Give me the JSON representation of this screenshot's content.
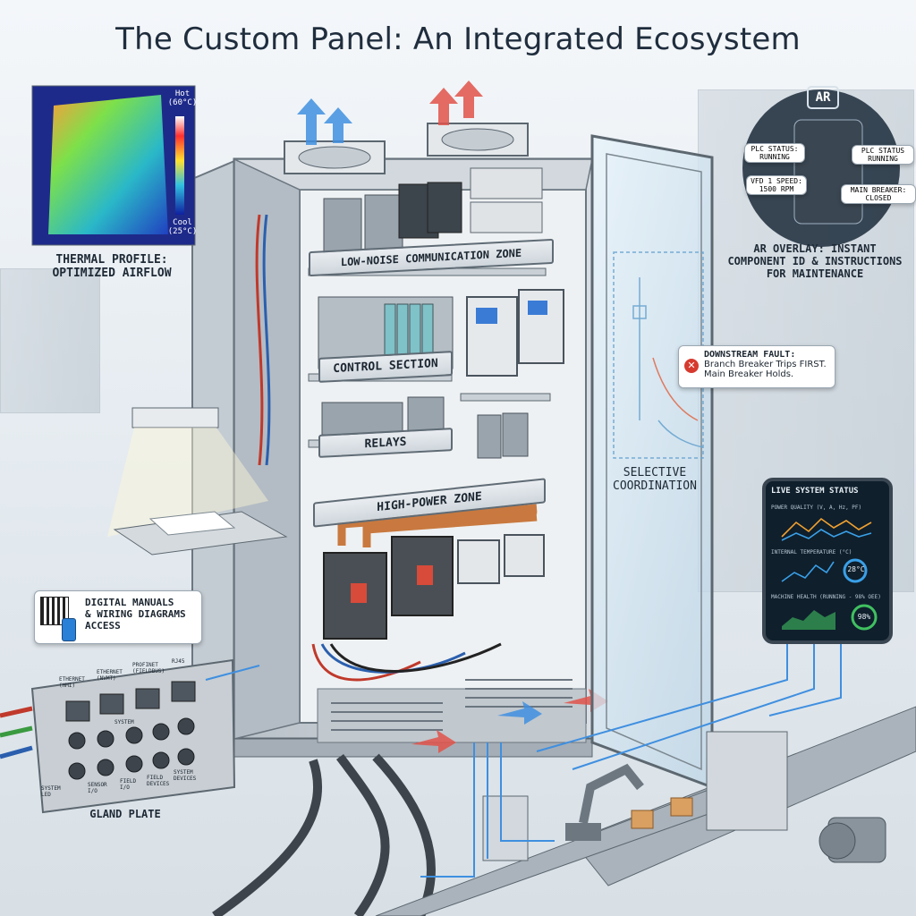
{
  "title": "The Custom Panel: An Integrated Ecosystem",
  "thermal": {
    "hot_label": "Hot",
    "hot_value": "(60°C)",
    "cool_label": "Cool",
    "cool_value": "(25°C)",
    "caption_line1": "THERMAL PROFILE:",
    "caption_line2": "OPTIMIZED AIRFLOW"
  },
  "ar": {
    "badge": "AR",
    "plc_status_left": "PLC STATUS:",
    "plc_status_left_value": "RUNNING",
    "plc_status_right": "PLC STATUS",
    "plc_status_right_value": "RUNNING",
    "vfd_speed": "VFD 1 SPEED:",
    "vfd_speed_value": "1500 RPM",
    "main_breaker": "MAIN BREAKER:",
    "main_breaker_value": "CLOSED",
    "caption_line1": "AR OVERLAY: INSTANT",
    "caption_line2": "COMPONENT ID & INSTRUCTIONS",
    "caption_line3": "FOR MAINTENANCE"
  },
  "zones": {
    "comm": "LOW-NOISE COMMUNICATION ZONE",
    "control": "CONTROL SECTION",
    "relays": "RELAYS",
    "power": "HIGH-POWER ZONE"
  },
  "fault": {
    "heading": "DOWNSTREAM FAULT:",
    "line1": "Branch Breaker Trips FIRST.",
    "line2": "Main Breaker Holds."
  },
  "selective": {
    "line1": "SELECTIVE",
    "line2": "COORDINATION"
  },
  "tablet": {
    "title": "LIVE SYSTEM STATUS",
    "power_quality": "POWER QUALITY (V, A, Hz, PF)",
    "internal_temp": "INTERNAL TEMPERATURE (°C)",
    "internal_temp_value": "28°C",
    "machine_health": "MACHINE HEALTH (RUNNING - 98% OEE)",
    "machine_health_value": "98%"
  },
  "manuals": {
    "line1": "DIGITAL MANUALS",
    "line2": "& WIRING DIAGRAMS",
    "line3": "ACCESS"
  },
  "gland": {
    "caption": "GLAND PLATE",
    "ports": [
      "ETHERNET (HMI)",
      "ETHERNET (NVMT)",
      "PROFINET (FIELDBUS)",
      "RJ45"
    ],
    "sections": [
      "SYSTEM",
      "SENSOR I/O",
      "FIELD I/O",
      "FIELD DEVICES",
      "SYSTEM DEVICES"
    ],
    "led": "SYSTEM LED"
  },
  "colors": {
    "hot_air": "#e0524a",
    "cool_air": "#3f8fe0",
    "cabinet": "#c9d0d6",
    "tablet_bg": "#0f1f2c",
    "line_orange": "#f0a030",
    "line_blue": "#3aa0e8",
    "line_green": "#40c060"
  }
}
